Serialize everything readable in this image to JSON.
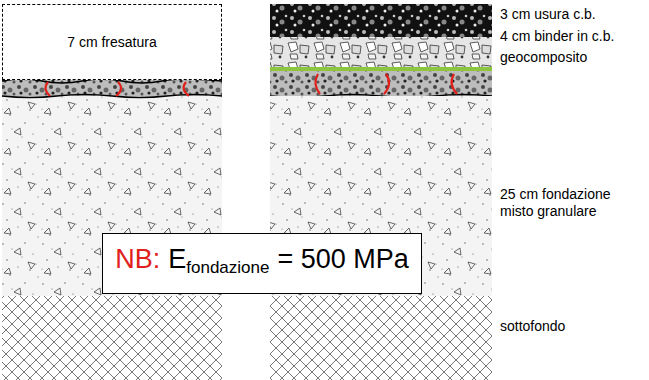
{
  "diagram": {
    "nodes": [
      {
        "text": [
          "7 cm fresatura"
        ]
      },
      {
        "text": [
          "NB:",
          "E",
          "fondazione",
          "= 500 MPa"
        ]
      }
    ],
    "labels": [
      "3 cm usura c.b.",
      "4 cm binder in c.b.",
      "geocomposito",
      "25 cm fondazione misto granulare",
      "sottofondo"
    ]
  }
}
